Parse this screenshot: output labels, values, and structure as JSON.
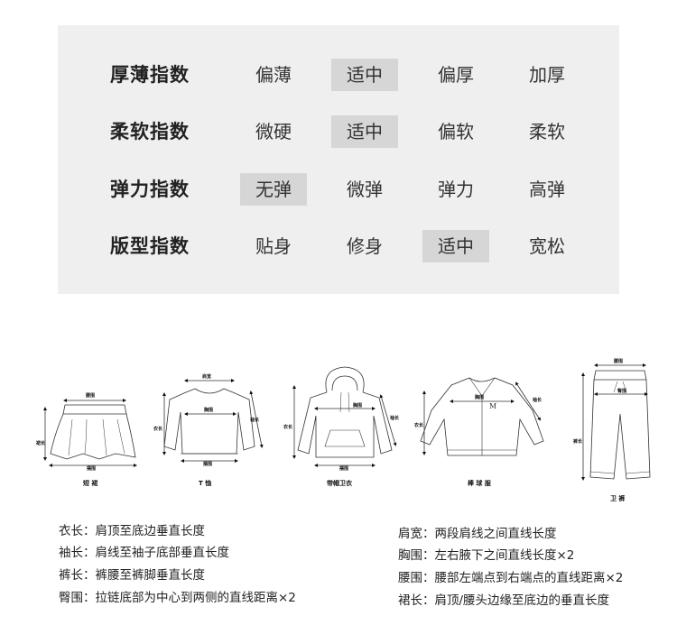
{
  "indices": [
    {
      "label": "厚薄指数",
      "options": [
        "偏薄",
        "适中",
        "偏厚",
        "加厚"
      ],
      "selected": 1
    },
    {
      "label": "柔软指数",
      "options": [
        "微硬",
        "适中",
        "偏软",
        "柔软"
      ],
      "selected": 1
    },
    {
      "label": "弹力指数",
      "options": [
        "无弹",
        "微弹",
        "弹力",
        "高弹"
      ],
      "selected": 0
    },
    {
      "label": "版型指数",
      "options": [
        "贴身",
        "修身",
        "适中",
        "宽松"
      ],
      "selected": 2
    }
  ],
  "garments": {
    "skirt": {
      "name": "短 裙",
      "waist": "腰围",
      "length": "裙长",
      "hem": "摆围"
    },
    "tshirt": {
      "name": "T 恤",
      "shoulder": "肩宽",
      "chest": "胸围",
      "body": "衣长",
      "sleeve": "袖长",
      "hem": "摆围"
    },
    "hoodie": {
      "name": "带帽卫衣",
      "chest": "胸围",
      "body": "衣长",
      "sleeve": "袖长",
      "hem": "摆围"
    },
    "jacket": {
      "name": "棒 球 服",
      "chest": "胸围",
      "body": "衣长",
      "sleeve": "袖长"
    },
    "pants": {
      "name": "卫 裤",
      "waist": "腰围",
      "hip": "臀围",
      "length": "裤长"
    }
  },
  "definitions_left": [
    "衣长：肩顶至底边垂直长度",
    "袖长：肩线至袖子底部垂直长度",
    "裤长：裤腰至裤脚垂直长度",
    "臀围：拉链底部为中心到两侧的直线距离×2"
  ],
  "definitions_right": [
    "肩宽：两段肩线之间直线长度",
    "胸围：左右腋下之间直线长度×2",
    "腰围：腰部左端点到右端点的直线距离×2",
    "裙长：肩顶/腰头边缘至底边的垂直长度"
  ]
}
